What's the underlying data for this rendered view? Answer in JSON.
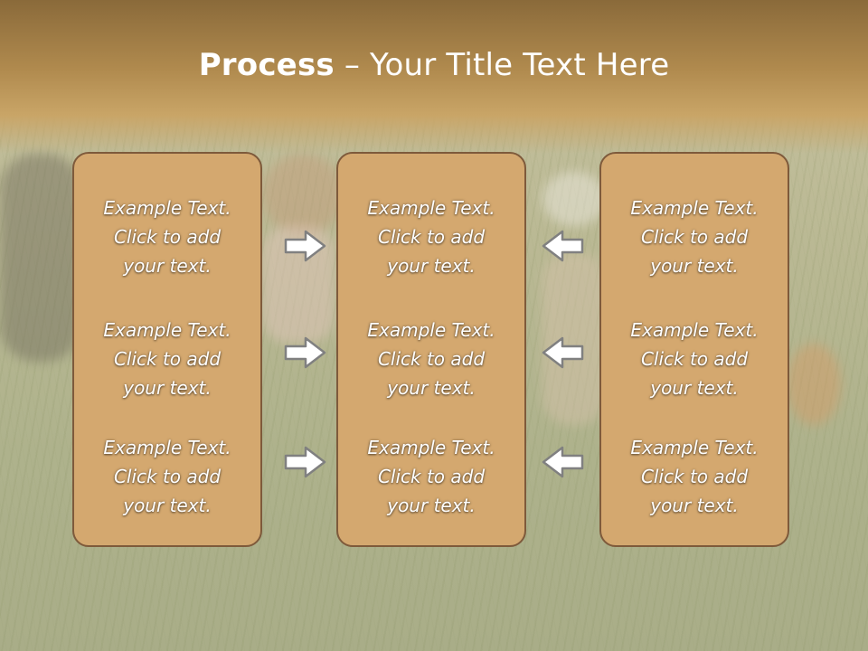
{
  "title": {
    "bold": "Process",
    "rest": " – Your Title Text Here"
  },
  "columns": [
    {
      "items": [
        {
          "line1": "Example Text.",
          "line2": "Click  to add",
          "line3": "your text."
        },
        {
          "line1": "Example Text.",
          "line2": "Click  to add",
          "line3": "your text."
        },
        {
          "line1": "Example Text.",
          "line2": "Click  to add",
          "line3": "your text."
        }
      ]
    },
    {
      "items": [
        {
          "line1": "Example Text.",
          "line2": "Click  to add",
          "line3": "your text."
        },
        {
          "line1": "Example Text.",
          "line2": "Click  to add",
          "line3": "your text."
        },
        {
          "line1": "Example Text.",
          "line2": "Click  to add",
          "line3": "your text."
        }
      ]
    },
    {
      "items": [
        {
          "line1": "Example Text.",
          "line2": "Click  to add",
          "line3": "your text."
        },
        {
          "line1": "Example Text.",
          "line2": "Click  to add",
          "line3": "your text."
        },
        {
          "line1": "Example Text.",
          "line2": "Click  to add",
          "line3": "your text."
        }
      ]
    }
  ],
  "arrows": {
    "left_side": "arrow-right-icon",
    "right_side": "arrow-left-icon"
  },
  "colors": {
    "box_fill": "#d4a86f",
    "box_border": "#7e5a3b",
    "title_band": "#b08a4e"
  }
}
